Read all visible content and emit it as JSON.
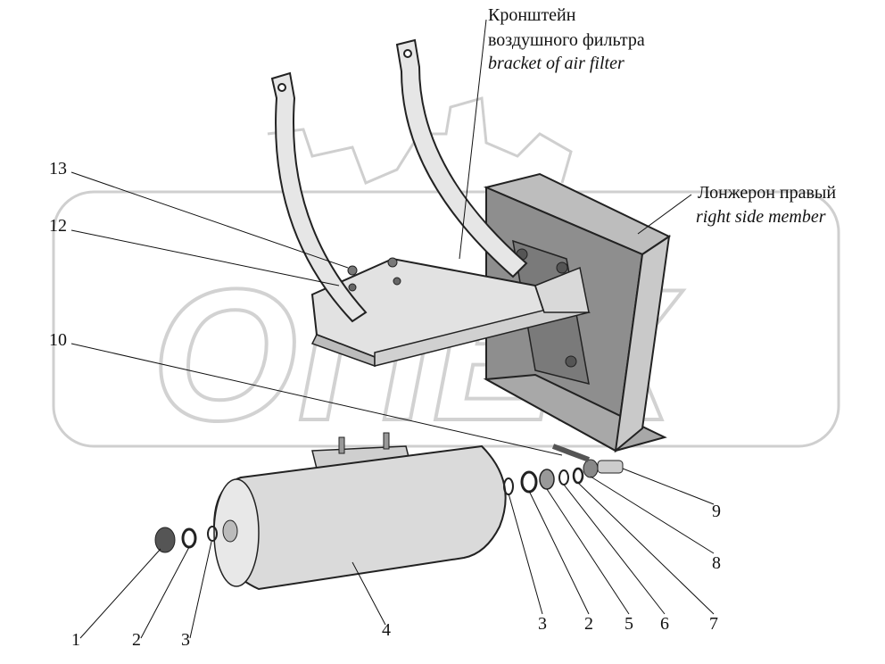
{
  "callouts": {
    "air_filter_bracket": {
      "ru": "Кронштейн воздушного фильтра",
      "ru_line1": "Кронштейн",
      "ru_line2": "воздушного фильтра",
      "en": "bracket of air filter"
    },
    "right_side_member": {
      "ru": "Лонжерон правый",
      "en": "right side member"
    }
  },
  "part_numbers": [
    "1",
    "2",
    "3",
    "4",
    "3",
    "2",
    "5",
    "6",
    "7",
    "8",
    "9",
    "10",
    "12",
    "13"
  ],
  "watermark": "ОПЕК"
}
